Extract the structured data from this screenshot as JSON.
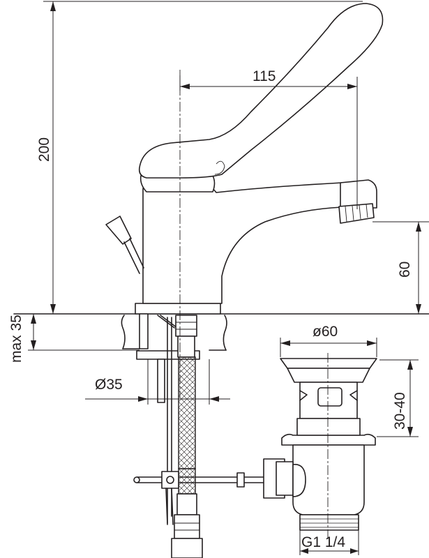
{
  "dimensions": {
    "height_total": "200",
    "spout_reach": "115",
    "spout_height": "60",
    "max_deck": "max 35",
    "hole_diameter": "Ø35",
    "waste_diameter": "ø60",
    "waste_height": "30-40",
    "thread": "G1 1/4"
  }
}
